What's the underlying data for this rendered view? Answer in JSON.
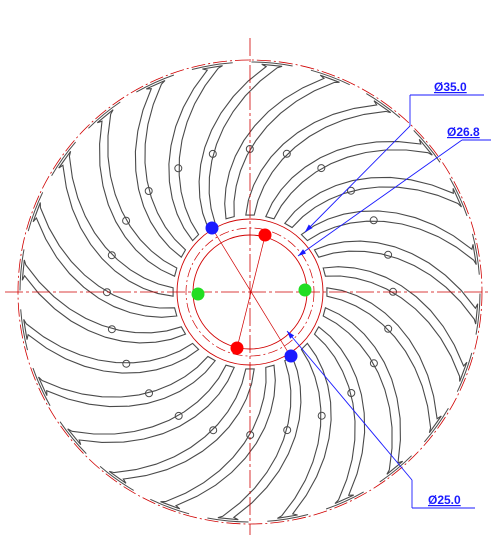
{
  "dimensions": [
    {
      "id": "outer",
      "label": "Ø35.0",
      "color": "#1a1aff"
    },
    {
      "id": "inner",
      "label": "Ø26.8",
      "color": "#1a1aff"
    },
    {
      "id": "bore",
      "label": "Ø25.0",
      "color": "#1a1aff"
    }
  ],
  "colors": {
    "outline": "#4a4a4a",
    "centerline": "#d00000",
    "dimension": "#1a1aff",
    "marker_red": "#ff0000",
    "marker_green": "#22dd22",
    "marker_blue": "#1a1aff"
  },
  "fin_count": 24,
  "markers": [
    {
      "color": "red",
      "count": 2
    },
    {
      "color": "green",
      "count": 2
    },
    {
      "color": "blue",
      "count": 2
    }
  ]
}
